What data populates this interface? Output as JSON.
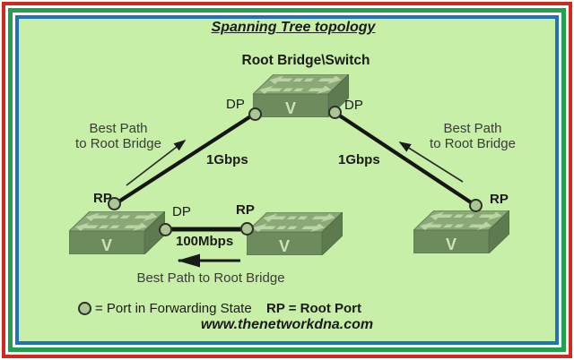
{
  "title": "Spanning Tree topology",
  "diagram": {
    "root_label": "Root Bridge\\Switch",
    "switch_logo": "V",
    "ports": {
      "root_left_dp": "DP",
      "root_right_dp": "DP",
      "sw1_rp": "RP",
      "sw1_dp": "DP",
      "sw2_rp": "RP",
      "sw3_rp": "RP"
    },
    "link_speeds": {
      "left": "1Gbps",
      "right": "1Gbps",
      "bottom": "100Mbps"
    },
    "best_path": {
      "left_line1": "Best Path",
      "left_line2": "to Root Bridge",
      "right_line1": "Best Path",
      "right_line2": "to Root Bridge",
      "bottom": "Best Path to Root Bridge"
    }
  },
  "legend": {
    "forwarding_state": "= Port in Forwarding State",
    "root_port": "RP = Root Port"
  },
  "footer": "www.thenetworkdna.com",
  "colors": {
    "background": "#c7efa7",
    "border_red": "#d3281e",
    "border_green": "#22a04e",
    "border_blue": "#2173b8",
    "link_line": "#151515",
    "switch_top": "#8ba877",
    "switch_front": "#6d8b5c",
    "switch_side": "#5e7b50",
    "switch_arrows": "#bad4a4",
    "port_fill": "#aac792",
    "text": "#1b1b1b"
  }
}
